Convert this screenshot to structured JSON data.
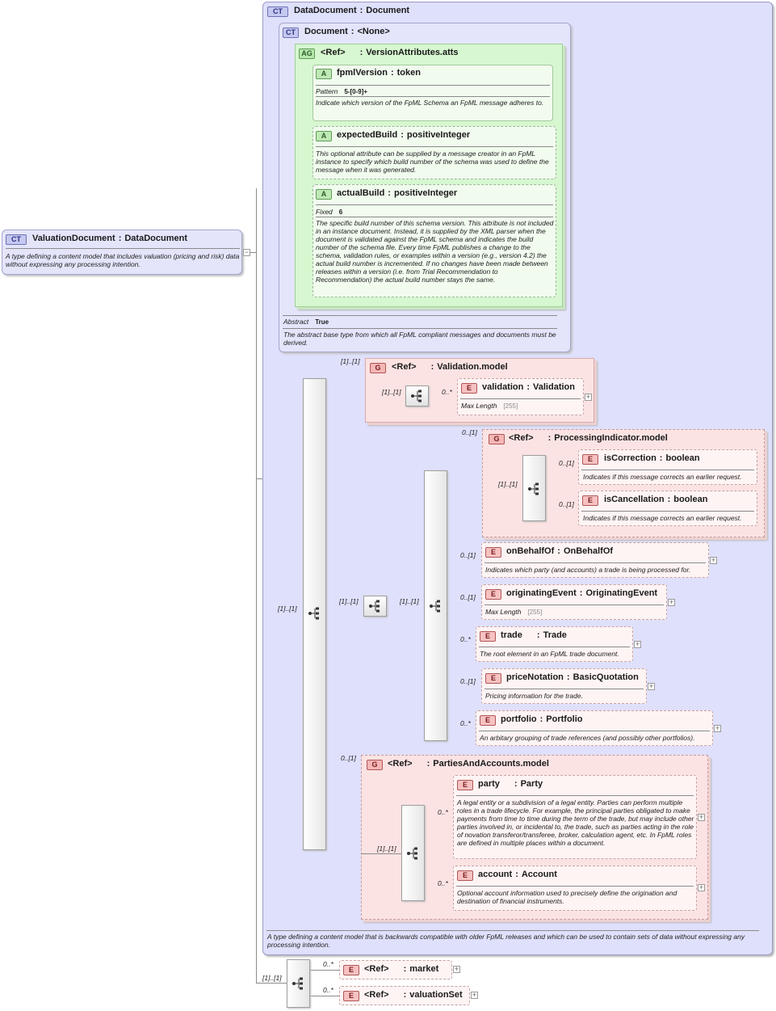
{
  "root": {
    "badge": "CT",
    "name": "ValuationDocument",
    "type": "DataDocument",
    "description": "A type defining a content model that includes valuation (pricing and risk) data without expressing any processing intention."
  },
  "dataDocument": {
    "badge": "CT",
    "name": "DataDocument",
    "type": "Document",
    "description": "A type defining a content model that is backwards compatible with older FpML releases and which can be used to contain sets of data without expressing any processing intention."
  },
  "document": {
    "badge": "CT",
    "name": "Document",
    "type": "<None>",
    "abstract_label": "Abstract",
    "abstract_value": "True",
    "description": "The abstract base type from which all FpML compliant messages and documents must be derived."
  },
  "versionAttributes": {
    "badge": "AG",
    "ref": "<Ref>",
    "type": "VersionAttributes.atts",
    "fpmlVersion": {
      "badge": "A",
      "name": "fpmlVersion",
      "type": "token",
      "facet_label": "Pattern",
      "facet_value": "5-[0-9]+",
      "description": "Indicate which version of the FpML Schema an FpML message adheres to."
    },
    "expectedBuild": {
      "badge": "A",
      "name": "expectedBuild",
      "type": "positiveInteger",
      "description": "This optional attribute can be supplied by a message creator in an FpML instance to specify which build number of the schema was used to define the message when it was generated."
    },
    "actualBuild": {
      "badge": "A",
      "name": "actualBuild",
      "type": "positiveInteger",
      "facet_label": "Fixed",
      "facet_value": "6",
      "description": "The specific build number of this schema version. This attribute is not included in an instance document. Instead, it is supplied by the XML parser when the document is validated against the FpML schema and indicates the build number of the schema file. Every time FpML publishes a change to the schema, validation rules, or examples within a version (e.g., version 4.2) the actual build number is incremented. If no changes have been made between releases within a version (i.e. from Trial Recommendation to Recommendation) the actual build number stays the same."
    }
  },
  "validationModel": {
    "badge": "G",
    "card": "[1]..[1]",
    "ref": "<Ref>",
    "type": "Validation.model",
    "seq_card": "[1]..[1]",
    "validation": {
      "badge": "E",
      "card": "0..*",
      "name": "validation",
      "type": "Validation",
      "facet_label": "Max Length",
      "facet_value": "[255]"
    }
  },
  "mainSequence": {
    "card": "[1]..[1]",
    "innerCard": "[1]..[1]",
    "innerCard2": "[1]..[1]"
  },
  "processingIndicator": {
    "badge": "G",
    "card": "0..[1]",
    "ref": "<Ref>",
    "type": "ProcessingIndicator.model",
    "seq_card": "[1]..[1]",
    "isCorrection": {
      "badge": "E",
      "card": "0..[1]",
      "name": "isCorrection",
      "type": "boolean",
      "description": "Indicates if this message corrects an earlier request."
    },
    "isCancellation": {
      "badge": "E",
      "card": "0..[1]",
      "name": "isCancellation",
      "type": "boolean",
      "description": "Indicates if this message corrects an earlier request."
    }
  },
  "onBehalfOf": {
    "badge": "E",
    "card": "0..[1]",
    "name": "onBehalfOf",
    "type": "OnBehalfOf",
    "description": "Indicates which party (and accounts) a trade is being processed for."
  },
  "originatingEvent": {
    "badge": "E",
    "card": "0..[1]",
    "name": "originatingEvent",
    "type": "OriginatingEvent",
    "facet_label": "Max Length",
    "facet_value": "[255]"
  },
  "trade": {
    "badge": "E",
    "card": "0..*",
    "name": "trade",
    "type": "Trade",
    "description": "The root element in an FpML trade document."
  },
  "priceNotation": {
    "badge": "E",
    "card": "0..[1]",
    "name": "priceNotation",
    "type": "BasicQuotation",
    "description": "Pricing information for the trade."
  },
  "portfolio": {
    "badge": "E",
    "card": "0..*",
    "name": "portfolio",
    "type": "Portfolio",
    "description": "An arbitary grouping of trade references (and possibly other portfolios)."
  },
  "partiesAndAccounts": {
    "badge": "G",
    "card": "0..[1]",
    "ref": "<Ref>",
    "type": "PartiesAndAccounts.model",
    "seq_card": "[1]..[1]",
    "party": {
      "badge": "E",
      "card": "0..*",
      "name": "party",
      "type": "Party",
      "description": "A legal entity or a subdivision of a legal entity. Parties can perform multiple roles in a trade lifecycle. For example, the principal parties obligated to make payments from time to time during the term of the trade, but may include other parties involved in, or incidental to, the trade, such as parties acting in the role of novation transferor/transferee, broker, calculation agent, etc. In FpML roles are defined in multiple places within a document."
    },
    "account": {
      "badge": "E",
      "card": "0..*",
      "name": "account",
      "type": "Account",
      "description": "Optional account information used to precisely define the origination and destination of financial instruments."
    }
  },
  "bottomSequence": {
    "card": "[1]..[1]",
    "market": {
      "badge": "E",
      "card": "0..*",
      "ref": "<Ref>",
      "type": "market"
    },
    "valuationSet": {
      "badge": "E",
      "card": "0..*",
      "ref": "<Ref>",
      "type": "valuationSet"
    }
  },
  "colors": {
    "complexType": "#dfe0fb",
    "attributeGroup": "#d6f7d0",
    "group": "#fce3e3",
    "element": "#fff4f4"
  }
}
